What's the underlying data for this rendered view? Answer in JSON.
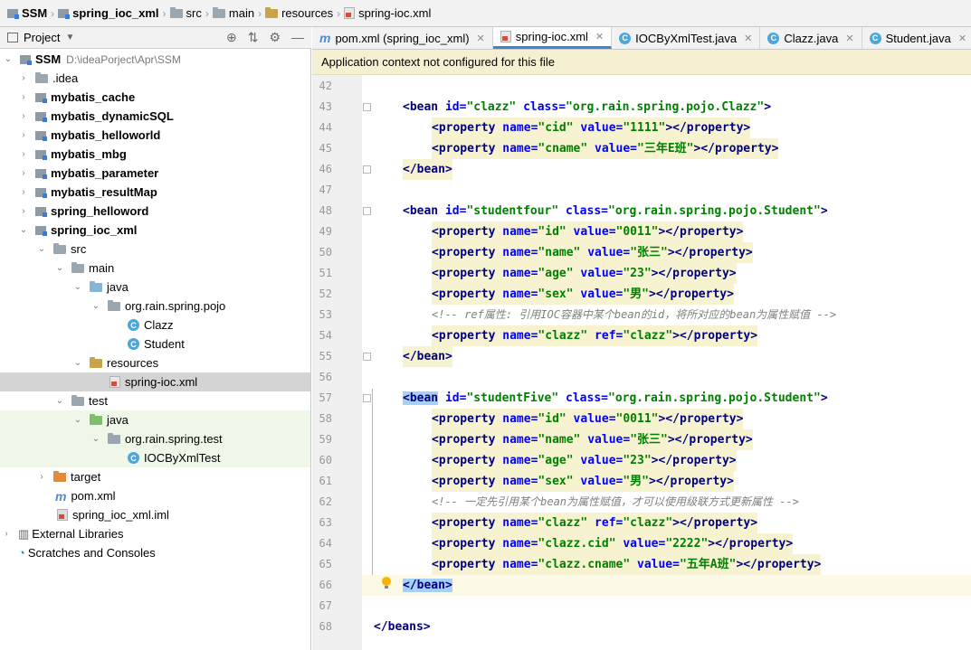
{
  "breadcrumb": [
    "SSM",
    "spring_ioc_xml",
    "src",
    "main",
    "resources",
    "spring-ioc.xml"
  ],
  "project_panel": {
    "title": "Project",
    "root_name": "SSM",
    "root_path": "D:\\ideaPorject\\Apr\\SSM",
    "nodes": [
      {
        "label": ".idea"
      },
      {
        "label": "mybatis_cache"
      },
      {
        "label": "mybatis_dynamicSQL"
      },
      {
        "label": "mybatis_helloworld"
      },
      {
        "label": "mybatis_mbg"
      },
      {
        "label": "mybatis_parameter"
      },
      {
        "label": "mybatis_resultMap"
      },
      {
        "label": "spring_helloword"
      },
      {
        "label": "spring_ioc_xml"
      },
      {
        "label": "src"
      },
      {
        "label": "main"
      },
      {
        "label": "java"
      },
      {
        "label": "org.rain.spring.pojo"
      },
      {
        "label": "Clazz"
      },
      {
        "label": "Student"
      },
      {
        "label": "resources"
      },
      {
        "label": "spring-ioc.xml"
      },
      {
        "label": "test"
      },
      {
        "label": "java"
      },
      {
        "label": "org.rain.spring.test"
      },
      {
        "label": "IOCByXmlTest"
      },
      {
        "label": "target"
      },
      {
        "label": "pom.xml"
      },
      {
        "label": "spring_ioc_xml.iml"
      },
      {
        "label": "External Libraries"
      },
      {
        "label": "Scratches and Consoles"
      }
    ]
  },
  "tabs": [
    {
      "label": "pom.xml (spring_ioc_xml)",
      "icon": "maven-icon"
    },
    {
      "label": "spring-ioc.xml",
      "icon": "xml-icon",
      "active": true
    },
    {
      "label": "IOCByXmlTest.java",
      "icon": "class-icon"
    },
    {
      "label": "Clazz.java",
      "icon": "class-icon"
    },
    {
      "label": "Student.java",
      "icon": "class-icon"
    }
  ],
  "banner": "Application context not configured for this file",
  "lines": [
    "42",
    "43",
    "44",
    "45",
    "46",
    "47",
    "48",
    "49",
    "50",
    "51",
    "52",
    "53",
    "54",
    "55",
    "56",
    "57",
    "58",
    "59",
    "60",
    "61",
    "62",
    "63",
    "64",
    "65",
    "66",
    "67",
    "68"
  ],
  "code": {
    "l43": [
      "<bean",
      " id=",
      "\"clazz\"",
      " class=",
      "\"org.rain.spring.pojo.Clazz\"",
      ">"
    ],
    "l44": [
      "<property",
      " name=",
      "\"cid\"",
      " value=",
      "\"1111\"",
      "></property>"
    ],
    "l45": [
      "<property",
      " name=",
      "\"cname\"",
      " value=",
      "\"三年E班\"",
      "></property>"
    ],
    "l46": "</bean>",
    "l48": [
      "<bean",
      " id=",
      "\"studentfour\"",
      " class=",
      "\"org.rain.spring.pojo.Student\"",
      ">"
    ],
    "l49": [
      "<property",
      " name=",
      "\"id\"",
      " value=",
      "\"0011\"",
      "></property>"
    ],
    "l50": [
      "<property",
      " name=",
      "\"name\"",
      " value=",
      "\"张三\"",
      "></property>"
    ],
    "l51": [
      "<property",
      " name=",
      "\"age\"",
      " value=",
      "\"23\"",
      "></property>"
    ],
    "l52": [
      "<property",
      " name=",
      "\"sex\"",
      " value=",
      "\"男\"",
      "></property>"
    ],
    "l53": "<!-- ref属性: 引用IOC容器中某个bean的id，将所对应的bean为属性赋值 -->",
    "l54": [
      "<property",
      " name=",
      "\"clazz\"",
      " ref=",
      "\"clazz\"",
      "></property>"
    ],
    "l55": "</bean>",
    "l57": [
      "<bean",
      " id=",
      "\"studentFive\"",
      " class=",
      "\"org.rain.spring.pojo.Student\"",
      ">"
    ],
    "l58": [
      "<property",
      " name=",
      "\"id\"",
      " value=",
      "\"0011\"",
      "></property>"
    ],
    "l59": [
      "<property",
      " name=",
      "\"name\"",
      " value=",
      "\"张三\"",
      "></property>"
    ],
    "l60": [
      "<property",
      " name=",
      "\"age\"",
      " value=",
      "\"23\"",
      "></property>"
    ],
    "l61": [
      "<property",
      " name=",
      "\"sex\"",
      " value=",
      "\"男\"",
      "></property>"
    ],
    "l62": "<!-- 一定先引用某个bean为属性赋值，才可以使用级联方式更新属性 -->",
    "l63": [
      "<property",
      " name=",
      "\"clazz\"",
      " ref=",
      "\"clazz\"",
      "></property>"
    ],
    "l64": [
      "<property",
      " name=",
      "\"clazz.cid\"",
      " value=",
      "\"2222\"",
      "></property>"
    ],
    "l65": [
      "<property",
      " name=",
      "\"clazz.cname\"",
      " value=",
      "\"五年A班\"",
      "></property>"
    ],
    "l66": "</bean>",
    "l68": "</beans>"
  },
  "colors": {
    "tag": "#000080",
    "attr": "#0000ff",
    "value": "#008000",
    "comment": "#808080",
    "banner": "#f5f0d1"
  }
}
